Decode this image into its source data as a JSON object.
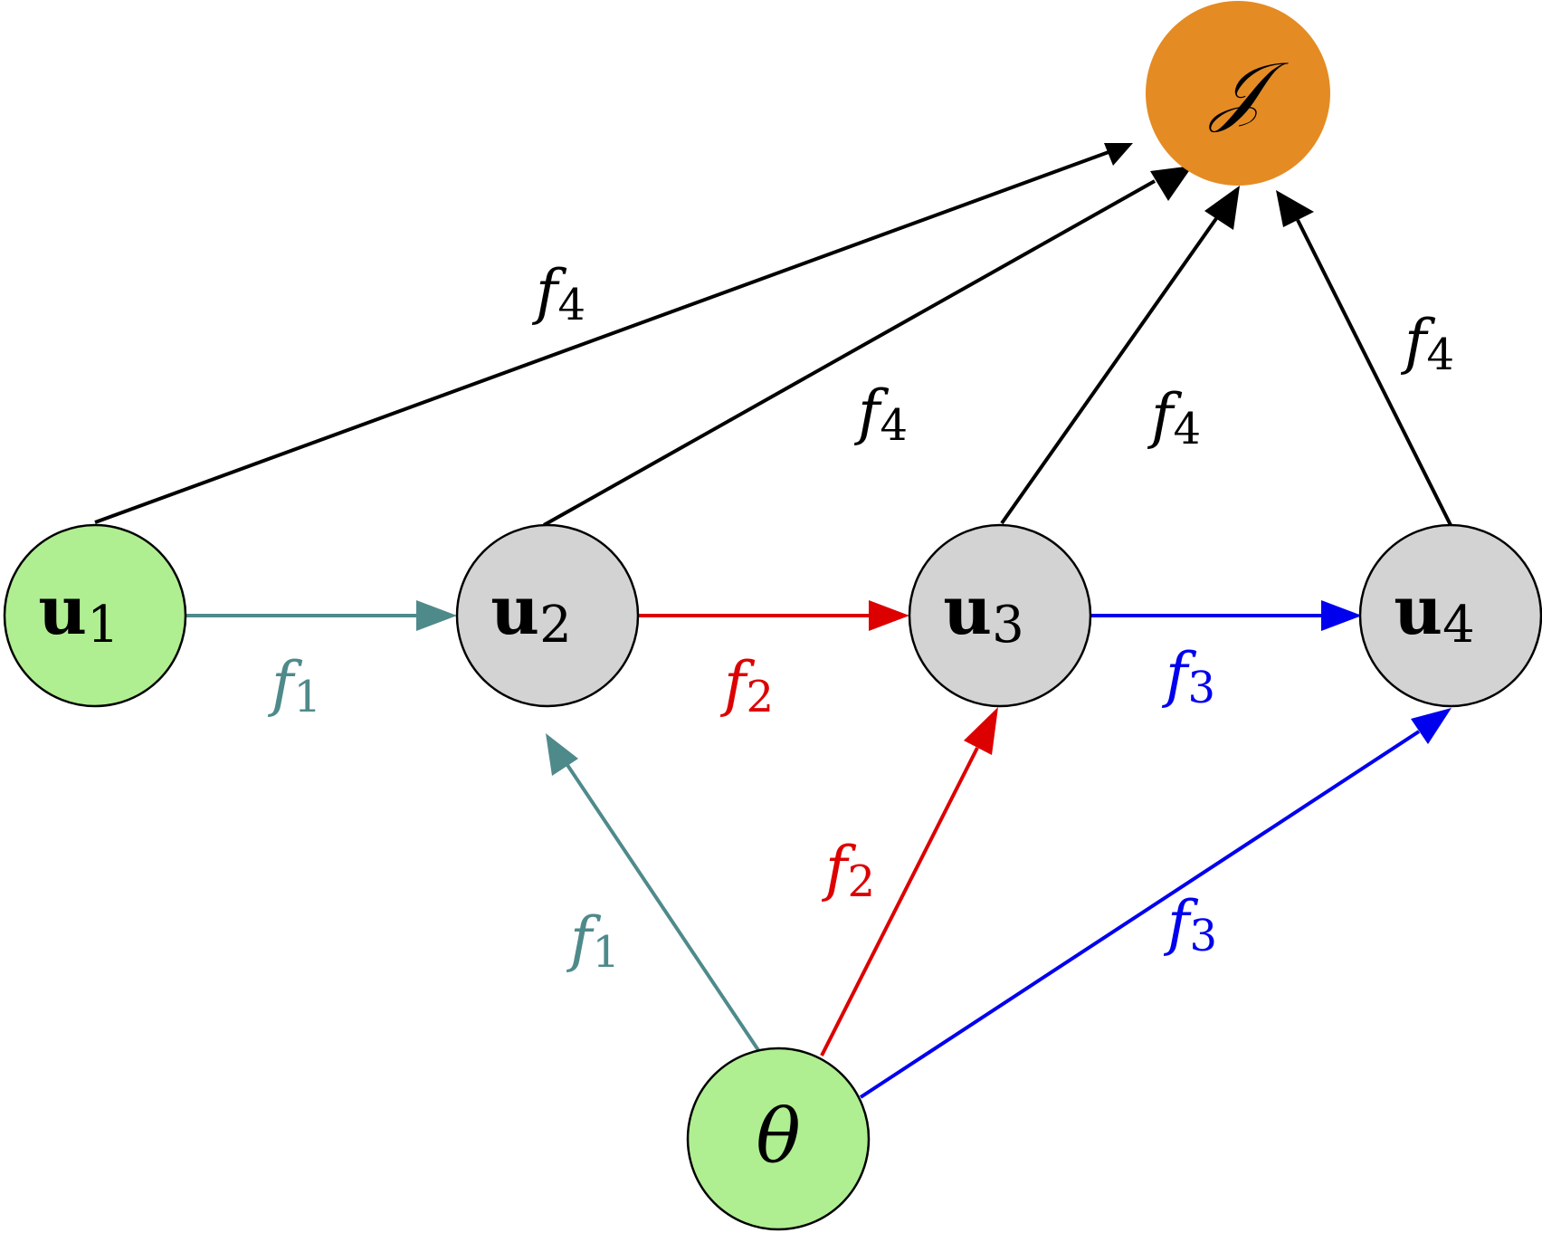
{
  "colors": {
    "input_node_fill": "#b0ee92",
    "state_node_fill": "#d3d3d3",
    "objective_node_fill": "#e58b23",
    "f1": "#4f8a8b",
    "f2": "#dd0000",
    "f3": "#0000ee",
    "f4": "#000000"
  },
  "nodes": {
    "u1": {
      "main": "u",
      "sub": "1"
    },
    "u2": {
      "main": "u",
      "sub": "2"
    },
    "u3": {
      "main": "u",
      "sub": "3"
    },
    "u4": {
      "main": "u",
      "sub": "4"
    },
    "theta": {
      "label": "θ"
    },
    "J": {
      "label": "𝒥"
    }
  },
  "edge_labels": {
    "u1_u2": {
      "f": "f",
      "sub": "1"
    },
    "u2_u3": {
      "f": "f",
      "sub": "2"
    },
    "u3_u4": {
      "f": "f",
      "sub": "3"
    },
    "theta_u2": {
      "f": "f",
      "sub": "1"
    },
    "theta_u3": {
      "f": "f",
      "sub": "2"
    },
    "theta_u4": {
      "f": "f",
      "sub": "3"
    },
    "u1_J": {
      "f": "f",
      "sub": "4"
    },
    "u2_J": {
      "f": "f",
      "sub": "4"
    },
    "u3_J": {
      "f": "f",
      "sub": "4"
    },
    "u4_J": {
      "f": "f",
      "sub": "4"
    }
  }
}
